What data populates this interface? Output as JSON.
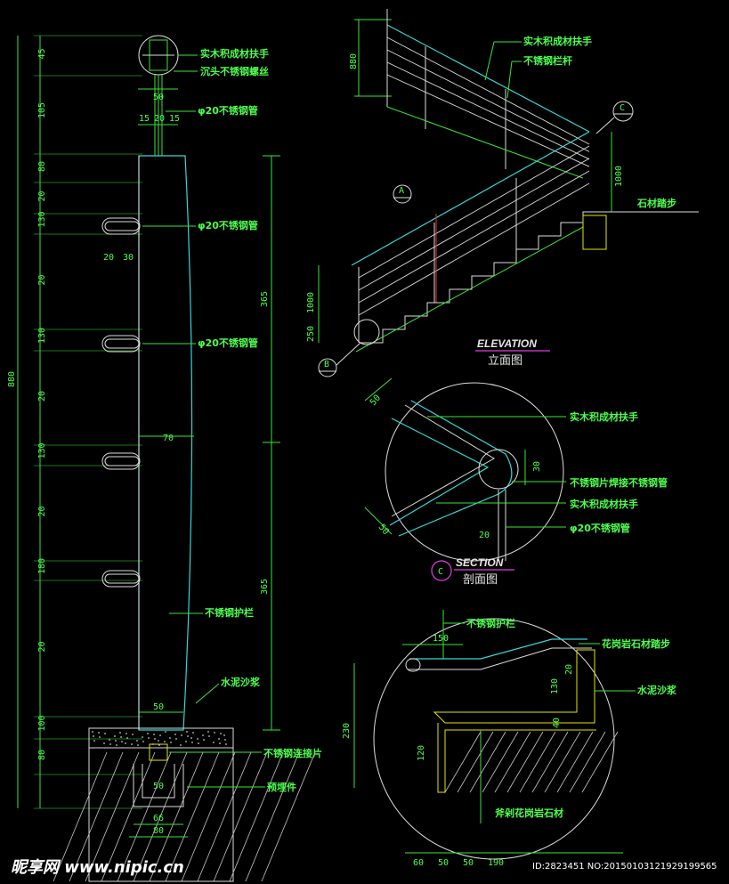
{
  "colors": {
    "background": "#000000",
    "dimension_green": "#39e639",
    "cyan": "#36d6d6",
    "white": "#dcdcdc",
    "yellow": "#e6e600",
    "magenta": "#e040e0"
  },
  "left_dims": [
    "45",
    "105",
    "80",
    "20",
    "130",
    "20",
    "130",
    "20",
    "130",
    "20",
    "180",
    "20",
    "100",
    "80"
  ],
  "left_total": "880",
  "inner_dims_right": [
    "365",
    "365"
  ],
  "top_dims": {
    "d50": "50",
    "d15a": "15",
    "d20": "20",
    "d15b": "15"
  },
  "post_dims": {
    "d20": "20",
    "d30": "30",
    "width70": "70",
    "base50": "50"
  },
  "base_dims": {
    "d50": "50",
    "d66": "66",
    "d80": "80"
  },
  "left_labels": {
    "handrail": "实木积成材扶手",
    "screw": "沉头不锈钢螺丝",
    "tube_top": "φ20不锈钢管",
    "tube_1": "φ20不锈钢管",
    "tube_2": "φ20不锈钢管",
    "guard": "不锈钢护栏",
    "mortar": "水泥沙浆",
    "plate": "不锈钢连接片",
    "embed": "预埋件"
  },
  "elevation": {
    "title": "ELEVATION",
    "subtitle": "立面图",
    "handrail": "实木积成材扶手",
    "post": "不锈钢栏杆",
    "stone_step": "石材踏步",
    "dim_880": "880",
    "dim_1000_right": "1000",
    "dim_1000_left": "1000",
    "dim_250": "250",
    "tag_a": "A",
    "tag_b": "B",
    "tag_c": "C"
  },
  "section": {
    "title": "SECTION",
    "subtitle": "剖面图",
    "tag": "C",
    "handrail_top": "实木积成材扶手",
    "weld": "不锈钢片焊接不锈钢管",
    "handrail_bottom": "实木积成材扶手",
    "tube": "φ20不锈钢管",
    "dim_50a": "50",
    "dim_30": "30",
    "dim_50b": "50",
    "dim_20": "20"
  },
  "detail_b": {
    "guard": "不锈钢护栏",
    "granite_step": "花岗岩石材踏步",
    "mortar": "水泥沙浆",
    "granite_face": "斧剁花岗岩石材",
    "dim_150": "150",
    "dim_130": "130",
    "dim_40": "40",
    "dim_20": "20",
    "dim_230": "230",
    "dim_120": "120",
    "bottom_dims": [
      "60",
      "50",
      "50",
      "190"
    ]
  },
  "watermark": {
    "brand": "昵享网 www.nipic.cn",
    "id": "ID:2823451 NO:20150103121929199565"
  }
}
